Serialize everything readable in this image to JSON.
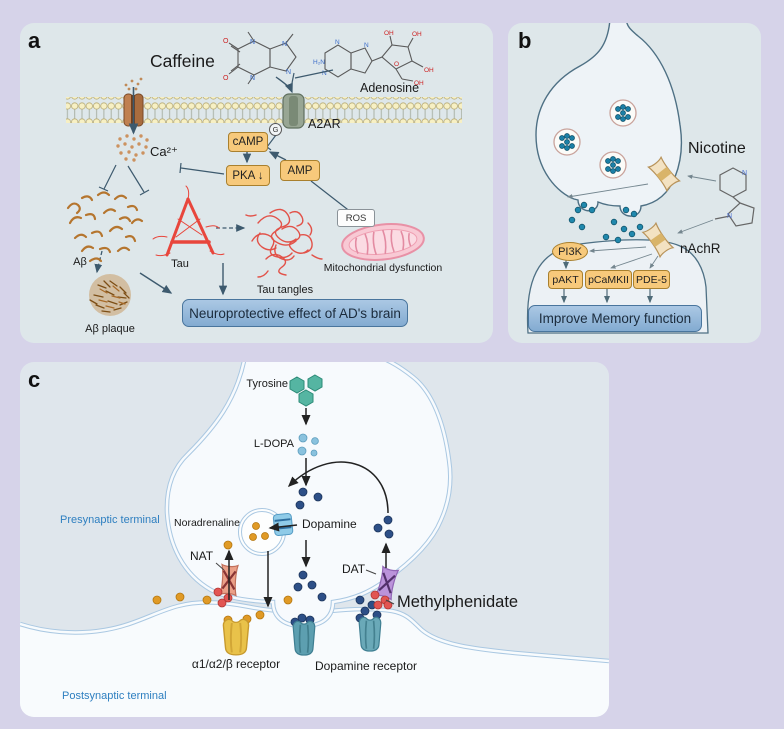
{
  "panels": {
    "a": {
      "label": "a",
      "caffeine": "Caffeine",
      "adenosine": "Adenosine",
      "a2ar": "A2AR",
      "g_protein": "G",
      "camp": "cAMP",
      "pka": "PKA ↓",
      "amp": "AMP",
      "ca": "Ca²⁺",
      "abeta": "Aβ",
      "tau": "Tau",
      "tau_tangles": "Tau tangles",
      "ros": "ROS",
      "mito": "Mitochondrial dysfunction",
      "abeta_plaque": "Aβ plaque",
      "outcome": "Neuroprotective effect of AD's brain"
    },
    "b": {
      "label": "b",
      "nicotine": "Nicotine",
      "nachr": "nAchR",
      "pi3k": "PI3K",
      "pakt": "pAKT",
      "pcamkii": "pCaMKII",
      "pde5": "PDE-5",
      "outcome": "Improve Memory function"
    },
    "c": {
      "label": "c",
      "tyrosine": "Tyrosine",
      "ldopa": "L-DOPA",
      "dopamine": "Dopamine",
      "noradrenaline": "Noradrenaline",
      "nat": "NAT",
      "dat": "DAT",
      "methylphenidate": "Methylphenidate",
      "presynaptic": "Presynaptic terminal",
      "postsynaptic": "Postsynaptic terminal",
      "alpha_receptor": "α1/α2/β receptor",
      "dopamine_receptor": "Dopamine receptor"
    }
  },
  "colors": {
    "page_bg": "#d6d3e9",
    "panel_bg": "#dee7ea",
    "box_tan": "#f7c97b",
    "box_blue": "#8fb4d6",
    "arrow_slate": "#3d5a6e",
    "teal_dot": "#2088ad",
    "dopamine_dot": "#2d4f87",
    "noradrenaline_dot": "#e09a26",
    "drug_dot_red": "#e25552",
    "label_blue": "#2e7fc0",
    "amyloid_brown": "#b5752e",
    "tau_red": "#e8463c",
    "mito_pink": "#f8c9d4"
  }
}
